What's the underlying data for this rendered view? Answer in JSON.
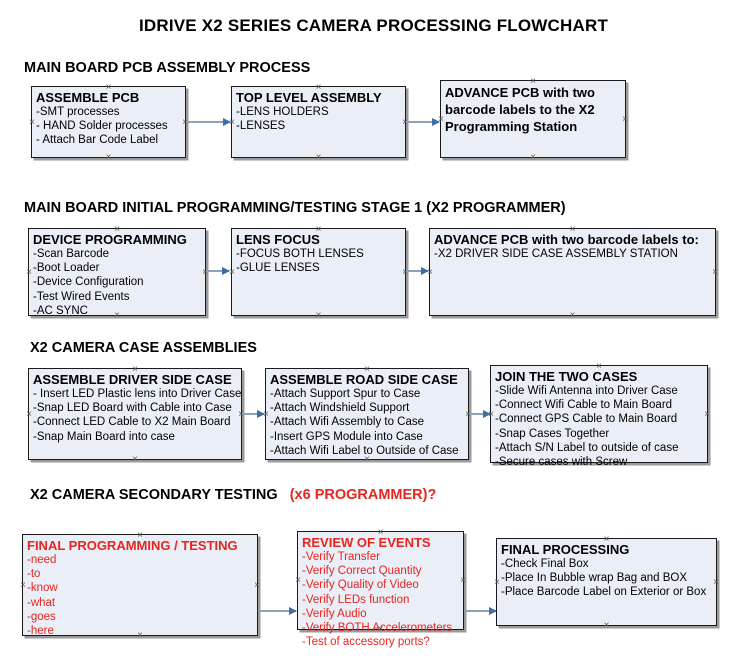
{
  "document": {
    "title": "IDRIVE X2  SERIES CAMERA PROCESSING FLOWCHART"
  },
  "sections": [
    {
      "id": "sec1",
      "title": "MAIN BOARD PCB ASSEMBLY PROCESS",
      "accent": ""
    },
    {
      "id": "sec2",
      "title": "MAIN BOARD INITIAL PROGRAMMING/TESTING STAGE 1 (X2 PROGRAMMER)",
      "accent": ""
    },
    {
      "id": "sec3",
      "title": "X2 CAMERA CASE ASSEMBLIES",
      "accent": ""
    },
    {
      "id": "sec4",
      "title": "X2 CAMERA SECONDARY TESTING",
      "accent": "(x6 PROGRAMMER)?"
    }
  ],
  "colors": {
    "node_fill": "#e9eef7",
    "node_border": "#1a1a1a",
    "node_shadow": "#9a9a9a",
    "connector_line": "#8ca3bf",
    "connector_head": "#3b6ea5",
    "accent_red": "#e8251f",
    "text_black": "#000000"
  },
  "nodes": {
    "assemble_pcb": {
      "title": "ASSEMBLE PCB",
      "lines": [
        "-SMT processes",
        "- HAND Solder processes",
        "- Attach Bar Code Label"
      ]
    },
    "top_level_assembly": {
      "title": "TOP LEVEL ASSEMBLY",
      "lines": [
        "-LENS HOLDERS",
        "-LENSES"
      ]
    },
    "advance_pcb_station": {
      "title": "ADVANCE PCB with two barcode labels to the  X2 Programming Station",
      "lines": []
    },
    "device_programming": {
      "title": "DEVICE PROGRAMMING",
      "lines": [
        "-Scan Barcode",
        "-Boot Loader",
        "-Device Configuration",
        "-Test Wired Events",
        "-AC SYNC"
      ]
    },
    "lens_focus": {
      "title": "LENS FOCUS",
      "lines": [
        "-FOCUS BOTH LENSES",
        "-GLUE LENSES"
      ]
    },
    "advance_pcb_driver_case": {
      "title": "ADVANCE PCB with two barcode labels to:",
      "lines": [
        "-X2 DRIVER  SIDE  CASE  ASSEMBLY STATION"
      ]
    },
    "assemble_driver_side_case": {
      "title": "ASSEMBLE DRIVER SIDE CASE",
      "lines": [
        "- Insert LED Plastic lens into Driver Case",
        "-Snap LED Board with Cable into Case",
        "-Connect LED Cable to X2 Main Board",
        "-Snap Main Board into case"
      ]
    },
    "assemble_road_side_case": {
      "title": "ASSEMBLE ROAD SIDE CASE",
      "lines": [
        "-Attach Support Spur to Case",
        "-Attach Windshield Support",
        "-Attach Wifi Assembly to Case",
        "-Insert GPS Module into Case",
        "-Attach Wifi Label to Outside of Case"
      ]
    },
    "join_the_two_cases": {
      "title": "JOIN THE TWO CASES",
      "lines": [
        "-Slide Wifi Antenna into Driver Case",
        "-Connect Wifi Cable to Main Board",
        "-Connect GPS Cable to Main Board",
        "-Snap Cases Together",
        "-Attach S/N Label to outside of case",
        "-Secure cases with Screw"
      ]
    },
    "final_programming_testing": {
      "title": "FINAL PROGRAMMING / TESTING",
      "lines": [
        "-need",
        "-to",
        "-know",
        "-what",
        "-goes",
        "-here"
      ]
    },
    "review_of_events": {
      "title": "REVIEW OF EVENTS",
      "lines": [
        "-Verify Transfer",
        "-Verify Correct Quantity",
        "-Verify Quality of Video",
        "-Verify LEDs function",
        "-Verify Audio",
        "-Verify BOTH Accelerometers",
        "-Test of accessory ports?"
      ]
    },
    "final_processing": {
      "title": "FINAL PROCESSING",
      "lines": [
        " -Check Final Box",
        "-Place In Bubble wrap Bag and BOX",
        "-Place Barcode Label on Exterior or Box"
      ]
    }
  },
  "connectors": [
    {
      "from": "assemble_pcb",
      "to": "top_level_assembly"
    },
    {
      "from": "top_level_assembly",
      "to": "advance_pcb_station"
    },
    {
      "from": "device_programming",
      "to": "lens_focus"
    },
    {
      "from": "lens_focus",
      "to": "advance_pcb_driver_case"
    },
    {
      "from": "assemble_driver_side_case",
      "to": "assemble_road_side_case"
    },
    {
      "from": "assemble_road_side_case",
      "to": "join_the_two_cases"
    },
    {
      "from": "final_programming_testing",
      "to": "review_of_events"
    },
    {
      "from": "review_of_events",
      "to": "final_processing"
    }
  ]
}
